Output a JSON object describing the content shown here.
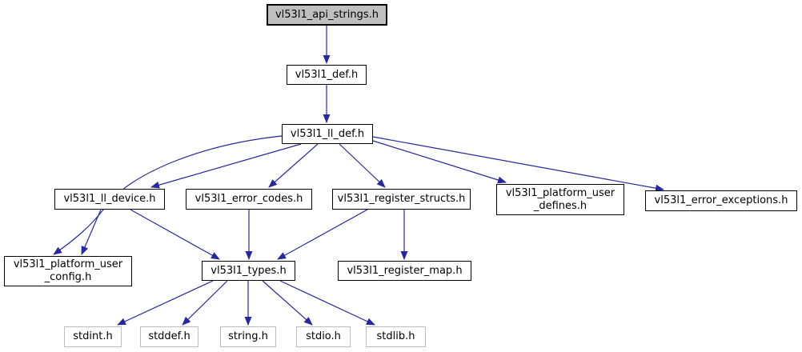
{
  "graph": {
    "kind": "include-dependency-graph",
    "root": "vl53l1_api_strings.h"
  },
  "nodes": {
    "api_strings": {
      "label": "vl53l1_api_strings.h"
    },
    "def": {
      "label": "vl53l1_def.h"
    },
    "ll_def": {
      "label": "vl53l1_ll_def.h"
    },
    "ll_device": {
      "label": "vl53l1_ll_device.h"
    },
    "error_codes": {
      "label": "vl53l1_error_codes.h"
    },
    "register_structs": {
      "label": "vl53l1_register_structs.h"
    },
    "platform_user_defines": {
      "label": "vl53l1_platform_user\n_defines.h"
    },
    "error_exceptions": {
      "label": "vl53l1_error_exceptions.h"
    },
    "platform_user_config": {
      "label": "vl53l1_platform_user\n_config.h"
    },
    "types": {
      "label": "vl53l1_types.h"
    },
    "register_map": {
      "label": "vl53l1_register_map.h"
    },
    "stdint": {
      "label": "stdint.h"
    },
    "stddef": {
      "label": "stddef.h"
    },
    "string": {
      "label": "string.h"
    },
    "stdio": {
      "label": "stdio.h"
    },
    "stdlib": {
      "label": "stdlib.h"
    }
  },
  "edges": [
    {
      "from": "vl53l1_api_strings.h",
      "to": "vl53l1_def.h"
    },
    {
      "from": "vl53l1_def.h",
      "to": "vl53l1_ll_def.h"
    },
    {
      "from": "vl53l1_ll_def.h",
      "to": "vl53l1_ll_device.h"
    },
    {
      "from": "vl53l1_ll_def.h",
      "to": "vl53l1_error_codes.h"
    },
    {
      "from": "vl53l1_ll_def.h",
      "to": "vl53l1_register_structs.h"
    },
    {
      "from": "vl53l1_ll_def.h",
      "to": "vl53l1_platform_user_defines.h"
    },
    {
      "from": "vl53l1_ll_def.h",
      "to": "vl53l1_error_exceptions.h"
    },
    {
      "from": "vl53l1_ll_def.h",
      "to": "vl53l1_platform_user_config.h"
    },
    {
      "from": "vl53l1_ll_device.h",
      "to": "vl53l1_platform_user_config.h"
    },
    {
      "from": "vl53l1_ll_device.h",
      "to": "vl53l1_types.h"
    },
    {
      "from": "vl53l1_error_codes.h",
      "to": "vl53l1_types.h"
    },
    {
      "from": "vl53l1_register_structs.h",
      "to": "vl53l1_types.h"
    },
    {
      "from": "vl53l1_register_structs.h",
      "to": "vl53l1_register_map.h"
    },
    {
      "from": "vl53l1_types.h",
      "to": "stdint.h"
    },
    {
      "from": "vl53l1_types.h",
      "to": "stddef.h"
    },
    {
      "from": "vl53l1_types.h",
      "to": "string.h"
    },
    {
      "from": "vl53l1_types.h",
      "to": "stdio.h"
    },
    {
      "from": "vl53l1_types.h",
      "to": "stdlib.h"
    }
  ],
  "colors": {
    "edge": "#27279f",
    "root_fill": "#bfbfbf",
    "node_border": "#000000",
    "external_border": "#bdbdbd",
    "text": "#000000",
    "background": "#ffffff"
  }
}
